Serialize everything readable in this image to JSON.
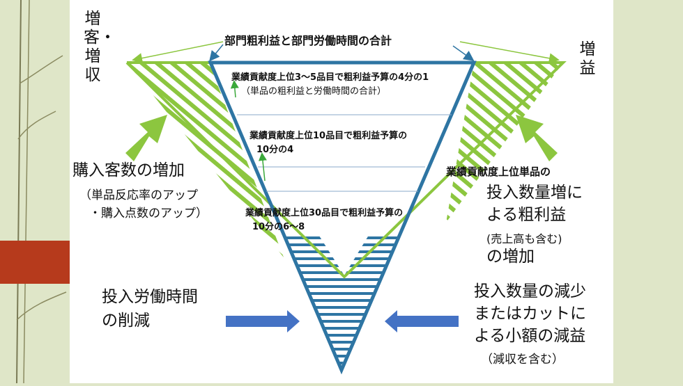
{
  "left_vertical": "増客・増収",
  "right_vertical": "増益",
  "top_title": "部門粗利益と部門労働時間の合計",
  "level1": {
    "line1": "業績貢献度上位3～5品目で粗利益予算の4分の1",
    "line2": "（単品の粗利益と労働時間の合計）"
  },
  "level2": {
    "line1": "業績貢献度上位10品目で粗利益予算の",
    "line2": "10分の4"
  },
  "level3": {
    "line1": "業績貢献度上位30品目で粗利益予算の",
    "line2": "10分の6～8"
  },
  "left_block": {
    "title": "購入客数の増加",
    "sub1": "（単品反応率のアップ",
    "sub2": "・購入点数のアップ）"
  },
  "right_block": {
    "line1": "業績貢献度上位単品の",
    "line2": "投入数量増に",
    "line3": "よる粗利益",
    "line4": "(売上高も含む)",
    "line5": "の増加"
  },
  "bottom_left": {
    "line1": "投入労働時間",
    "line2": "の削減"
  },
  "bottom_right": {
    "line1": "投入数量の減少",
    "line2": "またはカットに",
    "line3": "よる小額の減益",
    "line4": "（減収を含む）"
  },
  "colors": {
    "green": "#8cc63f",
    "blue": "#2e75a3",
    "arrow_blue": "#4472c4",
    "red": "#b63a1c"
  }
}
